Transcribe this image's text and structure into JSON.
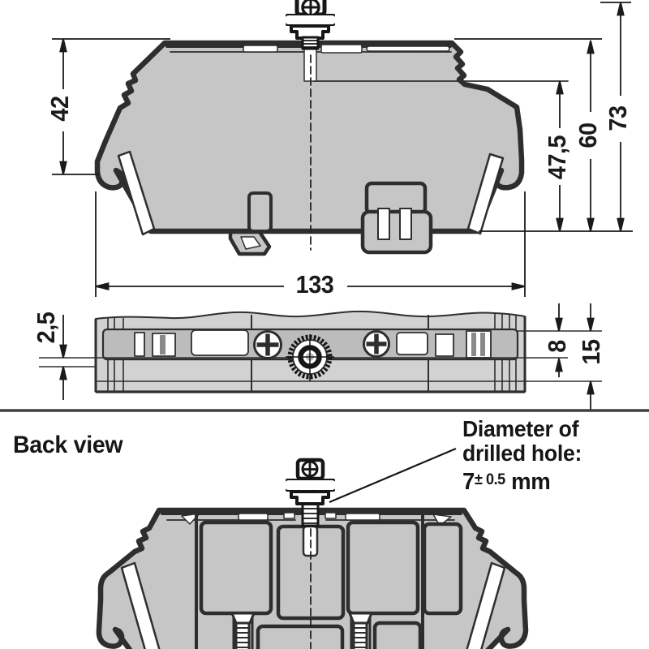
{
  "section": {
    "back_view_label": "Back view"
  },
  "annotation": {
    "line1": "Diameter of",
    "line2": "drilled hole:",
    "value": "7",
    "tolerance": "± 0.5",
    "unit": " mm"
  },
  "dimensions": {
    "front_view": {
      "corner_height": "42",
      "seam_height": "47,5",
      "cap_height": "60",
      "total_height": "73",
      "overall_width": "133"
    },
    "plan_view": {
      "plate_gap": "2,5",
      "upper_thickness": "8",
      "total_thickness": "15"
    }
  },
  "icons": [
    "thumbscrew-icon",
    "phillips-screw-icon",
    "knurled-wheel-icon",
    "din-rail-latch-icon",
    "clamp-screw-icon"
  ],
  "colors": {
    "background": "#ffffff",
    "body_fill": "#c6c6c6",
    "plan_fill": "#d2d2d2",
    "band_fill": "#bcbcbc",
    "outline": "#2e2e2e",
    "dimension_lines": "#1a1a1a",
    "divider": "#3f3f3f",
    "white": "#ffffff"
  }
}
